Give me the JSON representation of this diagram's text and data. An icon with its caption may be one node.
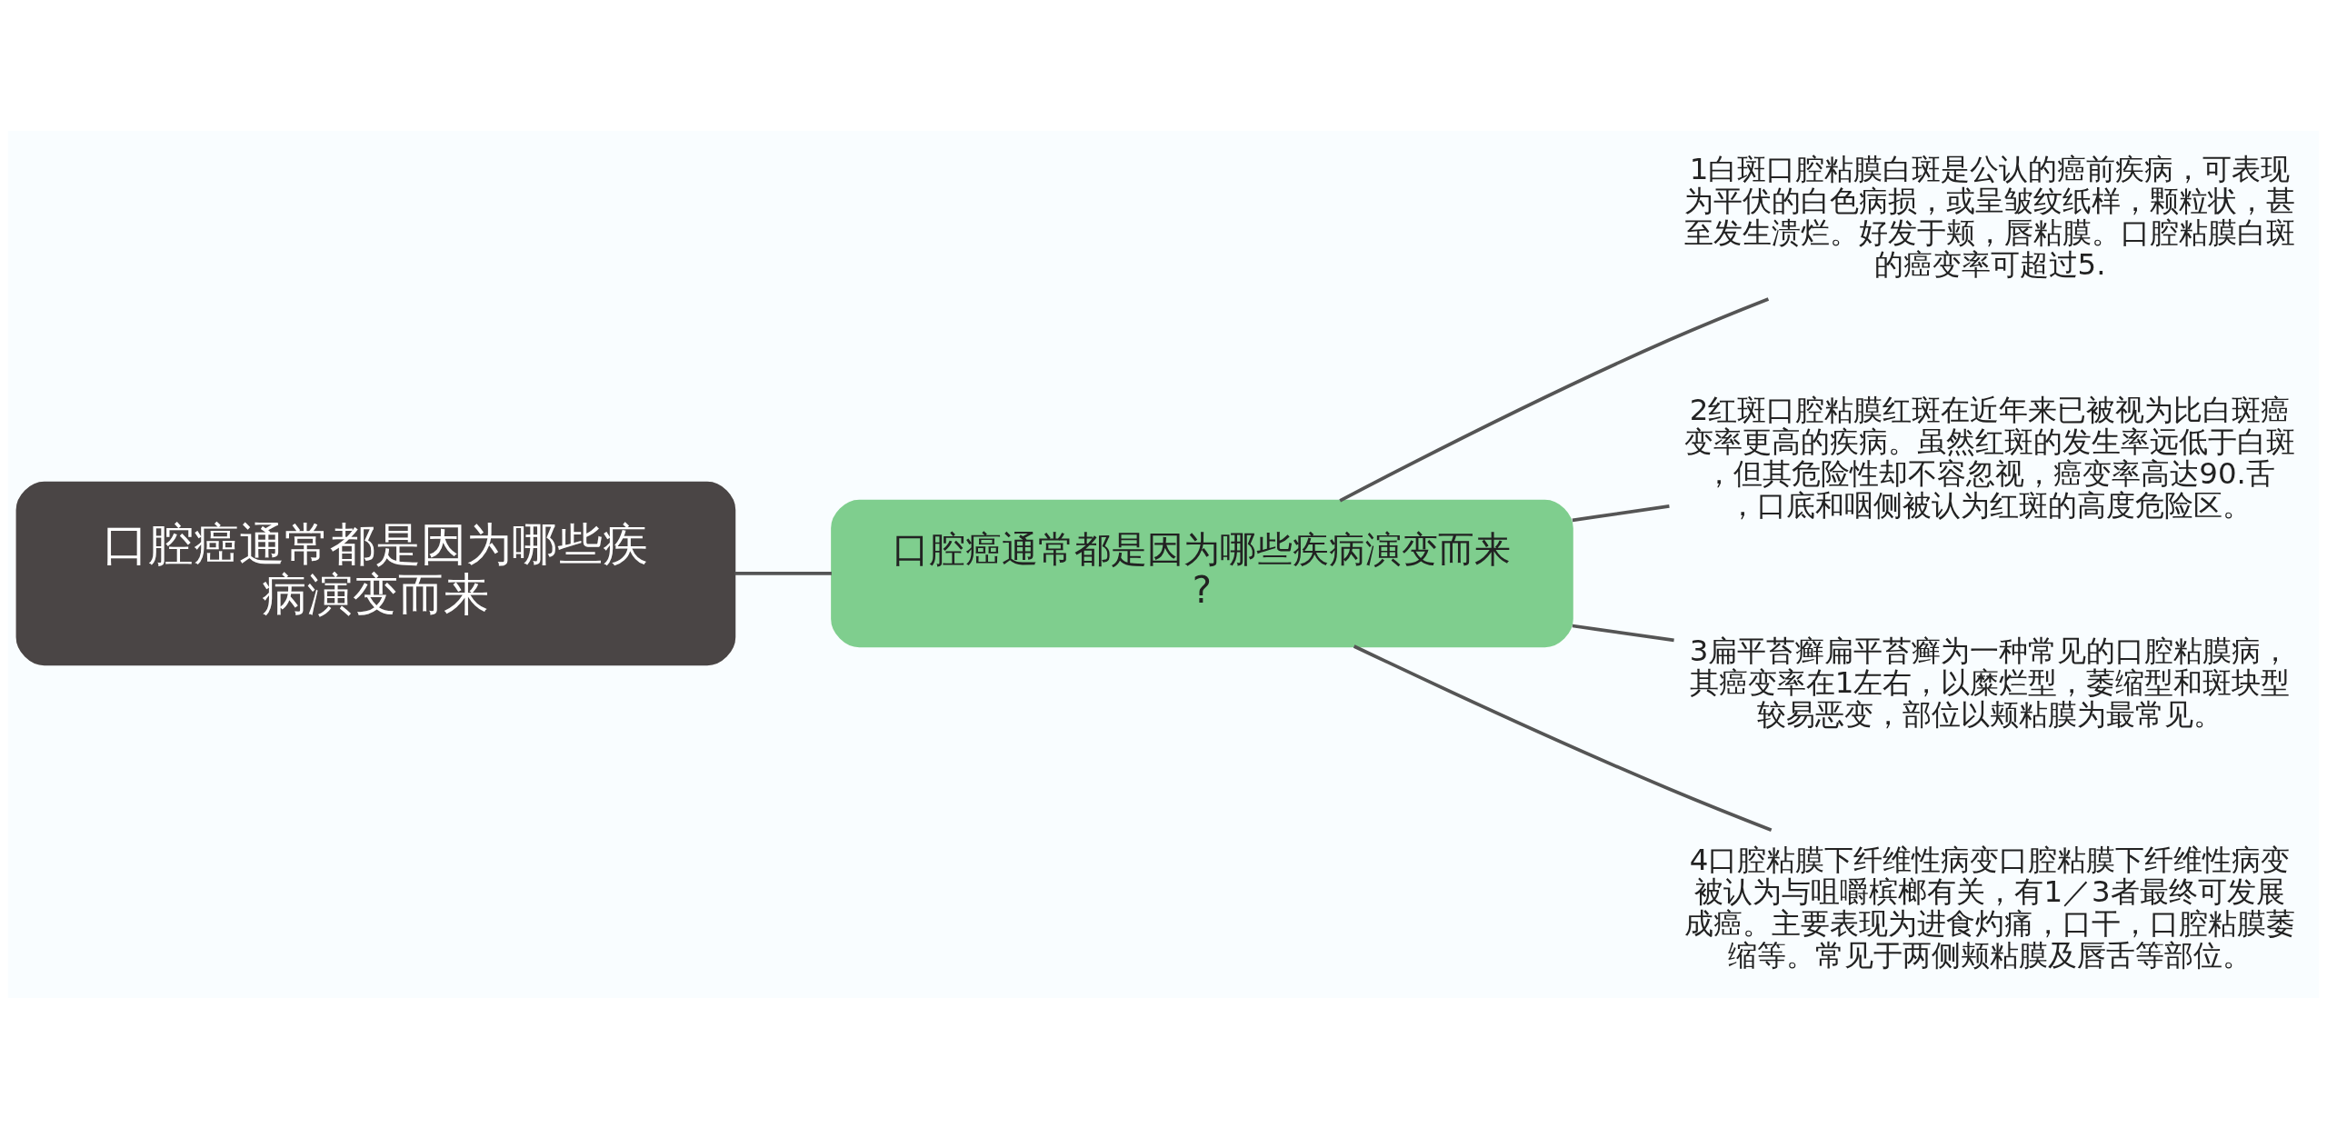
{
  "diagram": {
    "nodes": [
      {
        "text": [
          "口腔癌通常都是因为哪些疾病演变而来"
        ]
      },
      {
        "text": [
          "口腔癌通常都是因为哪些疾病演变而来?"
        ]
      },
      {
        "text": [
          "1白斑口腔粘膜白斑是公认的癌前疾病，可表现为平伏的白色病损，或呈皱纹纸样，颗粒状，甚至发生溃烂。好发于颊，唇粘膜。口腔粘膜白斑的癌变率可超过5."
        ]
      },
      {
        "text": [
          "2红斑口腔粘膜红斑在近年来已被视为比白斑癌变率更高的疾病。虽然红斑的发生率远低于白斑，但其危险性却不容忽视，癌变率高达90.舌，口底和咽侧被认为红斑的高度危险区。"
        ]
      },
      {
        "text": [
          "3扁平苔癣扁平苔癣为一种常见的口腔粘膜病，其癌变率在1左右，以糜烂型，萎缩型和斑块型较易恶变，部位以颊粘膜为最常见。"
        ]
      },
      {
        "text": [
          "4口腔粘膜下纤维性病变口腔粘膜下纤维性病变被认为与咀嚼槟榔有关，有1／3者最终可发展成癌。主要表现为进食灼痛，口干，口腔粘膜萎缩等。常见于两侧颊粘膜及唇舌等部位。"
        ]
      }
    ],
    "edges": [
      {
        "from": 0,
        "to": 1,
        "arrow": "none"
      },
      {
        "from": 1,
        "to": 2,
        "arrow": "none"
      },
      {
        "from": 1,
        "to": 3,
        "arrow": "none"
      },
      {
        "from": 1,
        "to": 4,
        "arrow": "none"
      },
      {
        "from": 1,
        "to": 5,
        "arrow": "none"
      }
    ]
  }
}
